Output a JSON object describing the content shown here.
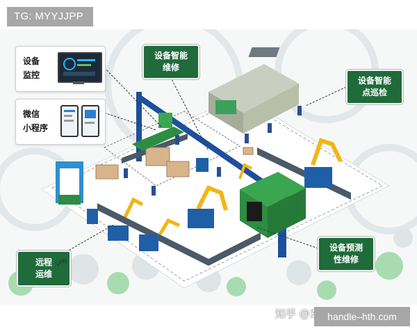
{
  "corner_tag": "TG: MYYJJPP",
  "watermark_bottom": "handle–hth.com",
  "zhihu_watermark": "知乎 @东莞兆恒机械",
  "vpn_label": "VPN",
  "panels": {
    "monitoring": {
      "line1": "设备",
      "line2": "监控"
    },
    "mini_program": {
      "line1": "微信",
      "line2": "小程序"
    }
  },
  "labels": {
    "smart_repair": {
      "line1": "设备智能",
      "line2": "维修"
    },
    "smart_inspection": {
      "line1": "设备智能",
      "line2": "点巡检"
    },
    "predictive_maintenance": {
      "line1": "设备预测",
      "line2": "性维修"
    },
    "remote_maintenance": {
      "line1": "远程",
      "line2": "运维"
    }
  },
  "colors": {
    "label_green": "#1f6b3a",
    "floor_white": "#ffffff",
    "frame_blue": "#1e4f9c",
    "machine_green": "#2f9a45",
    "robot_yellow": "#f2b517",
    "gear_gray": "#d9dfe1",
    "gear_green": "#9fd6a8"
  }
}
